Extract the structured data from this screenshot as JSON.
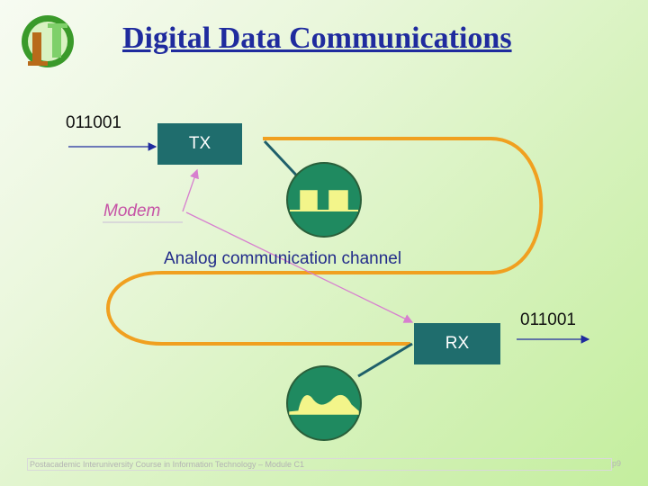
{
  "title": "Digital Data Communications",
  "input_bits": "011001",
  "output_bits": "011001",
  "transmitter_label": "TX",
  "receiver_label": "RX",
  "modem_label": "Modem",
  "channel_label": "Analog communication channel",
  "footer": "Postacademic Interuniversity Course in Information Technology – Module C1",
  "page_number": "p9",
  "colors": {
    "title": "#1f2b9e",
    "box": "#1f6d6d",
    "channel_line": "#f0a020",
    "modem_text": "#c653a6",
    "scope_fill": "#1f8a60",
    "signal": "#f3f58a"
  }
}
